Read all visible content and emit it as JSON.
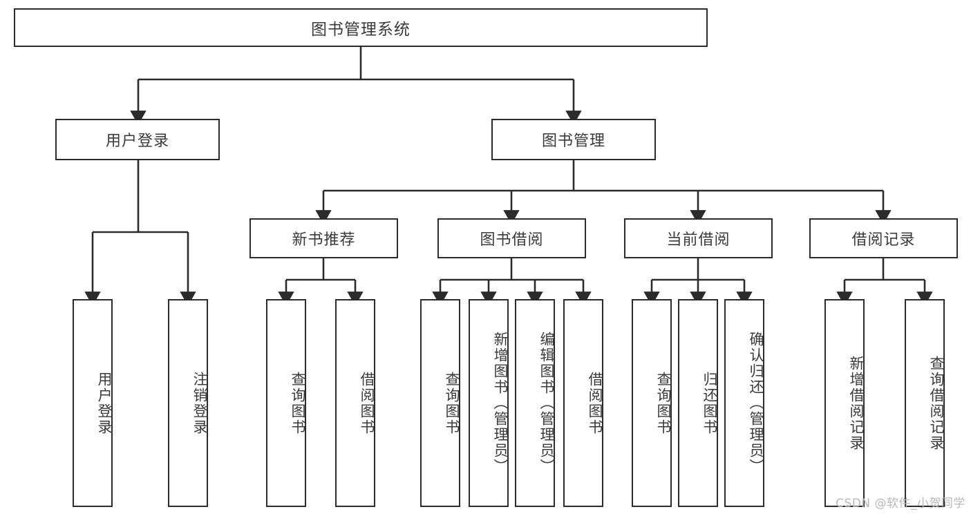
{
  "diagram": {
    "type": "tree",
    "title": "图书管理系统",
    "watermark": "CSDN @软件_小贺同学",
    "colors": {
      "box_border": "#2b2b2b",
      "box_fill": "#ffffff",
      "edge": "#2b2b2b",
      "text": "#3a3a3a",
      "watermark": "#b9b9b9"
    },
    "nodes": {
      "root": {
        "label": "图书管理系统"
      },
      "level2": [
        {
          "id": "user-login",
          "label": "用户登录"
        },
        {
          "id": "book-management",
          "label": "图书管理"
        }
      ],
      "level3": [
        {
          "id": "new-book-recommend",
          "label": "新书推荐"
        },
        {
          "id": "book-borrow",
          "label": "图书借阅"
        },
        {
          "id": "current-borrow",
          "label": "当前借阅"
        },
        {
          "id": "borrow-record",
          "label": "借阅记录"
        }
      ],
      "leaves": {
        "user_login": [
          {
            "id": "leaf-user-login",
            "label": "用户登录"
          },
          {
            "id": "leaf-logout-login",
            "label": "注销登录"
          }
        ],
        "new_book_recommend": [
          {
            "id": "leaf-query-book-1",
            "label": "查询图书"
          },
          {
            "id": "leaf-borrow-book-1",
            "label": "借阅图书"
          }
        ],
        "book_borrow": [
          {
            "id": "leaf-query-book-2",
            "label": "查询图书"
          },
          {
            "id": "leaf-add-book",
            "label": "新增图书（管理员）"
          },
          {
            "id": "leaf-edit-book",
            "label": "编辑图书（管理员）"
          },
          {
            "id": "leaf-borrow-book-2",
            "label": "借阅图书"
          }
        ],
        "current_borrow": [
          {
            "id": "leaf-query-book-3",
            "label": "查询图书"
          },
          {
            "id": "leaf-return-book",
            "label": "归还图书"
          },
          {
            "id": "leaf-confirm-return",
            "label": "确认归还（管理员）"
          }
        ],
        "borrow_record": [
          {
            "id": "leaf-add-record",
            "label": "新增借阅记录"
          },
          {
            "id": "leaf-query-record",
            "label": "查询借阅记录"
          }
        ]
      }
    }
  }
}
